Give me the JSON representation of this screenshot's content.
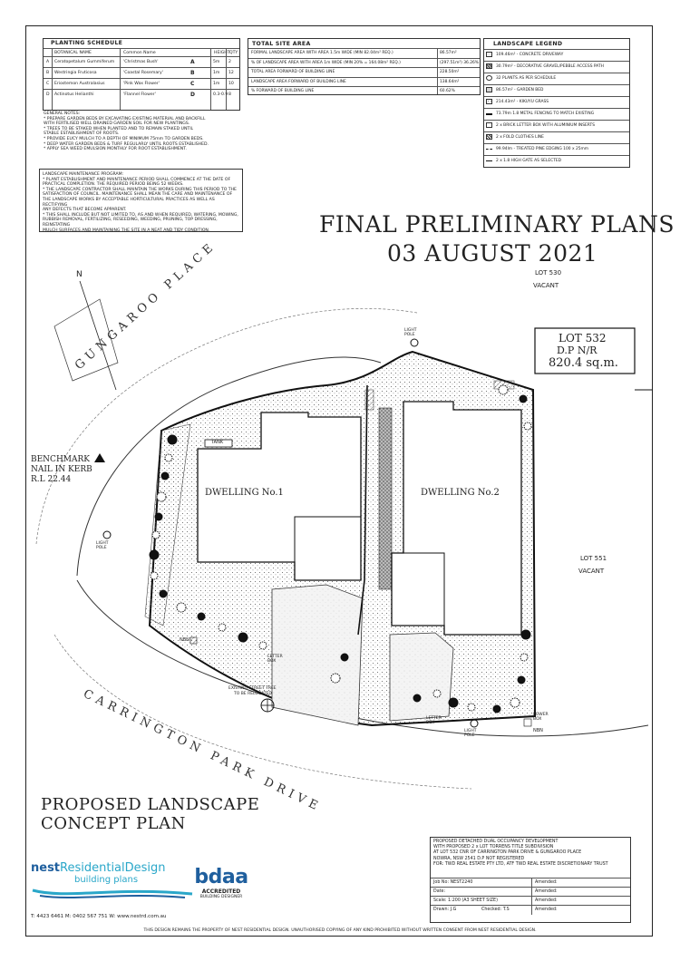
{
  "planting_schedule": {
    "title": "PLANTING SCHEDULE",
    "headers": [
      "BOTANICAL NAME",
      "Common Name",
      "HEIGHT",
      "QTY"
    ],
    "rows": [
      {
        "key": "A",
        "botanical": "Ceratopetalum Gummiferum",
        "common": "'Christmas Bush'",
        "height": "5m",
        "qty": "2",
        "symbol": "A"
      },
      {
        "key": "B",
        "botanical": "Westringia Fruticosa",
        "common": "'Coastal Rosemary'",
        "height": "1m",
        "qty": "12",
        "symbol": "B"
      },
      {
        "key": "C",
        "botanical": "Eriostemon Australasius",
        "common": "'Pink Wax Flower'",
        "height": "1m",
        "qty": "10",
        "symbol": "C"
      },
      {
        "key": "D",
        "botanical": "Actinotus Helianthi",
        "common": "'Flannel Flower'",
        "height": "0.3-0.9m",
        "qty": "8",
        "symbol": "D"
      }
    ],
    "notes_title": "GENERAL NOTES:",
    "notes": [
      "* PREPARE GARDEN BEDS BY EXCAVATING EXISTING MATERIAL AND BACKFILL",
      "  WITH FERTILISED WELL DRAINED GARDEN SOIL FOR NEW PLANTINGS.",
      "* TREES TO BE STAKED WHEN PLANTED AND TO REMAIN STAKED UNTIL",
      "  STABLE ESTABLISHMENT OF ROOTS.",
      "* PROVIDE EUCY MULCH TO A DEPTH OF MINIMUM 75mm TO GARDEN BEDS.",
      "* DEEP WATER GARDEN BEDS & TURF REGULARLY UNTIL ROOTS ESTABLISHED.",
      "* APPLY SEA WEED EMULSION MONTHLY FOR ROOT ESTABLISHMENT."
    ]
  },
  "maintenance": {
    "title": "LANDSCAPE MAINTENANCE PROGRAM:",
    "lines": [
      "* PLANT ESTABLISHMENT AND MAINTENANCE PERIOD SHALL COMMENCE AT THE DATE OF",
      "  PRACTICAL COMPLETION. THE REQUIRED PERIOD BEING 52 WEEKS.",
      "* THE LANDSCAPE CONTRACTOR SHALL MAINTAIN THE WORKS DURING THIS PERIOD TO THE",
      "  SATISFACTION OF COUNCIL. MAINTENANCE SHALL MEAN THE CARE AND MAINTENANCE OF",
      "  THE LANDSCAPE WORKS BY ACCEPTABLE HORTICULTURAL PRACTICES AS WELL AS RECTIFYING",
      "  ANY DEFECTS THAT BECOME APPARENT.",
      "* THIS SHALL INCLUDE BUT NOT LIMITED TO, AS AND WHEN REQUIRED, WATERING, MOWING,",
      "  RUBBISH REMOVAL, FERTILIZING, RESEEDING, WEEDING, PRUNING, TOP DRESSING, REINSTATING",
      "  MULCH SURFACES AND MAINTAINING THE SITE IN A NEAT AND TIDY CONDITION."
    ]
  },
  "site_area": {
    "title": "TOTAL SITE AREA",
    "rows": [
      {
        "label": "FORMAL LANDSCAPE AREA WITH AREA 1.5m WIDE (MIN 82.04m² REQ.)",
        "value": "86.57m²"
      },
      {
        "label": "% OF LANDSCAPE AREA WITH AREA 1m WIDE (MIN 20% = 164.08m² REQ.)",
        "value": "(297.51m²) 36.26%"
      },
      {
        "label": "TOTAL AREA FORWARD OF BUILDING LINE",
        "value": "228.50m²"
      },
      {
        "label": "LANDSCAPE AREA FORWARD OF BUILDING LINE",
        "value": "138.64m²"
      },
      {
        "label": "% FORWARD OF BUILDING LINE",
        "value": "60.62%"
      }
    ]
  },
  "landscape_legend": {
    "title": "LANDSCAPE LEGEND",
    "items": [
      {
        "label": "109.46m² - CONCRETE DRIVEWAY",
        "icon": "concrete-swatch"
      },
      {
        "label": "30.79m² - DECORATIVE GRAVEL/PEBBLE ACCESS PATH",
        "icon": "gravel-swatch"
      },
      {
        "label": "32 PLANTS AS PER SCHEDULE",
        "icon": "plant-swatch"
      },
      {
        "label": "86.57m² - GARDEN BED",
        "icon": "garden-bed-swatch"
      },
      {
        "label": "214.43m² - KIKUYU GRASS",
        "icon": "grass-swatch"
      },
      {
        "label": "73.79m 1.8 METAL FENCING TO MATCH EXISTING",
        "icon": "fence-line"
      },
      {
        "label": "2 x BRICK LETTER BOX WITH ALUMINIUM INSERTS",
        "icon": "letterbox-swatch"
      },
      {
        "label": "2 x FOLD CLOTHES LINE",
        "icon": "clothesline-swatch"
      },
      {
        "label": "99.94lm - TREATED PINE EDGING 100 x 25mm",
        "icon": "edging-line"
      },
      {
        "label": "2 x 1.8 HIGH GATE AS SELECTED",
        "icon": "gate-swatch"
      }
    ]
  },
  "banner": {
    "line1": "FINAL PRELIMINARY PLANS",
    "line2": "03 AUGUST 2021"
  },
  "plan": {
    "lot530": "LOT 530",
    "lot530_status": "VACANT",
    "lot551": "LOT 551",
    "lot551_status": "VACANT",
    "lot532_l1": "LOT 532",
    "lot532_l2": "D.P N/R",
    "lot532_l3": "820.4 sq.m.",
    "dwelling1": "DWELLING No.1",
    "dwelling2": "DWELLING No.2",
    "benchmark_l1": "BENCHMARK",
    "benchmark_l2": "NAIL IN KERB",
    "benchmark_l3": "R.L 22.44",
    "street1": "GUNGAROO PLACE",
    "street2": "CARRINGTON PARK DRIVE",
    "north": "N",
    "tank": "TANK",
    "light_pole": "LIGHT POLE",
    "letter_box": "LETTER BOX",
    "power_box": "POWER BOX",
    "nbn": "NBN",
    "street_tree_l1": "EXISTING STREET TREE",
    "street_tree_l2": "TO BE RELOCATED"
  },
  "heading": {
    "line1": "PROPOSED LANDSCAPE",
    "line2": "CONCEPT PLAN"
  },
  "title_block": {
    "description": [
      "PROPOSED DETACHED DUAL OCCUPANCY DEVELOPMENT",
      "WITH PROPOSED 2 x LOT TORRENS TITLE SUBDIVISION",
      "AT LOT 532 CNR OF CARRINGTON PARK DRIVE & GUNGAROO PLACE",
      "NOWRA, NSW 2541 D.P NOT REGISTERED",
      "FOR: TWD REAL ESTATE PTY LTD, ATF TWD REAL ESTATE DISCRETIONARY TRUST"
    ],
    "job_no": "Job No: NEST2240",
    "date": "Date:",
    "scale": "Scale: 1:200 (A3 SHEET SIZE)",
    "drawn": "Drawn:  J.G",
    "checked": "Checked:  T.S",
    "amended1": "Amended:",
    "amended2": "Amended:",
    "amended3": "Amended:",
    "amended4": "Amended:"
  },
  "company": {
    "name_part1": "nest",
    "name_part2": "ResidentialDesign",
    "tagline": "building plans",
    "contact": "T: 4423 6461   M: 0402 567 751   W: www.nestrd.com.au",
    "bdaa": "bdaa",
    "bdaa_l1": "ACCREDITED",
    "bdaa_l2": "BUILDING DESIGNER"
  },
  "footer": "THIS DESIGN REMAINS THE PROPERTY OF NEST RESIDENTIAL DESIGN. UNAUTHORISED COPYING OF ANY KIND PROHIBITED WITHOUT WRITTEN CONSENT FROM NEST RESIDENTIAL DESIGN.",
  "colors": {
    "ink": "#222222",
    "brand_blue": "#1f5f9e",
    "brand_teal": "#2aa7c9"
  }
}
